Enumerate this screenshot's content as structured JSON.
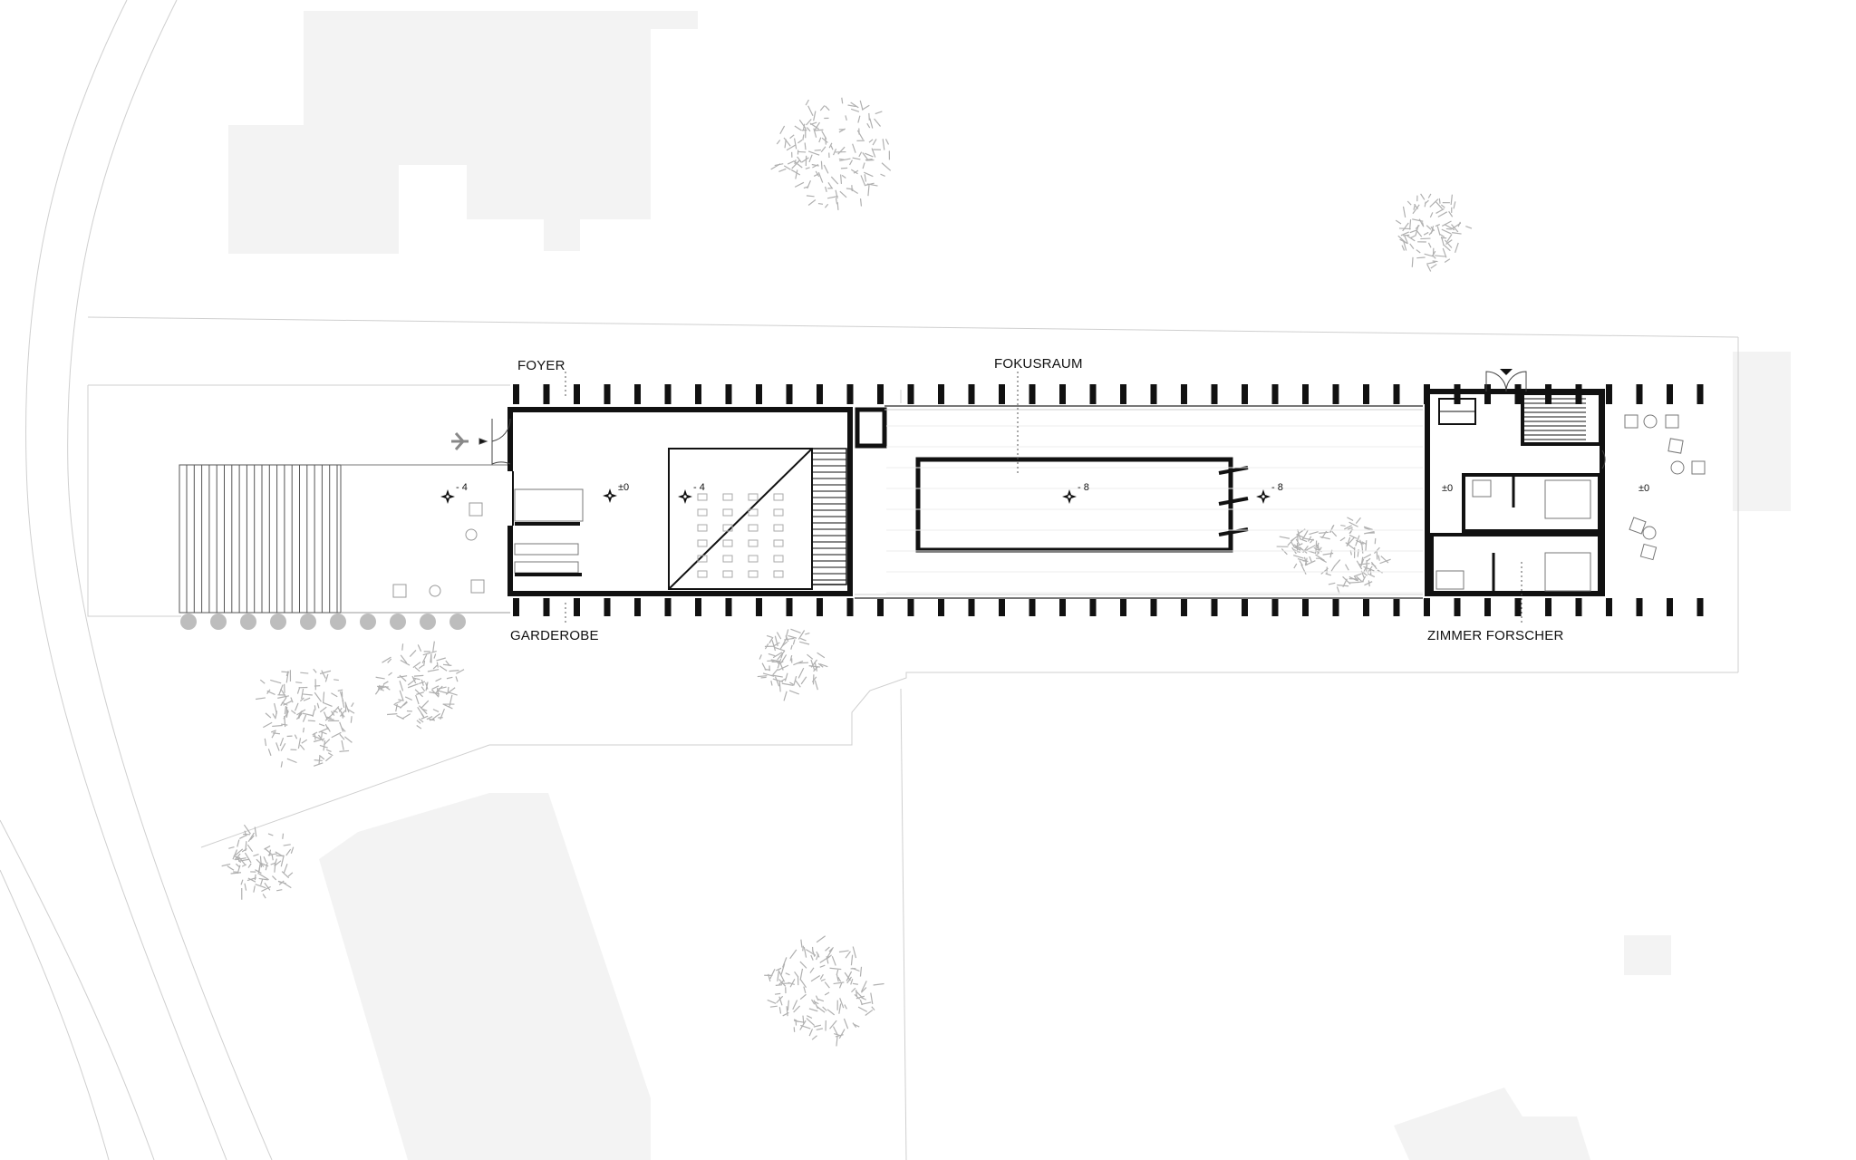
{
  "labels": {
    "foyer": "FOYER",
    "fokusraum": "FOKUSRAUM",
    "garderobe": "GARDEROBE",
    "zimmer": "ZIMMER FORSCHER"
  },
  "levels": {
    "terrace": "- 4",
    "foyer": "±0",
    "auditorium": "- 4",
    "pool": "- 8",
    "pool_east": "- 8",
    "rooms": "±0",
    "patio": "±0"
  },
  "colors": {
    "wall": "#111111",
    "neighbor": "#f3f3f3",
    "tree": "#b0b0b0",
    "line": "#cfcfcf"
  },
  "icons": {
    "level_marker": "crosshair-star-icon",
    "tree": "tree-canopy-icon",
    "entrance": "door-arrow-icon"
  }
}
